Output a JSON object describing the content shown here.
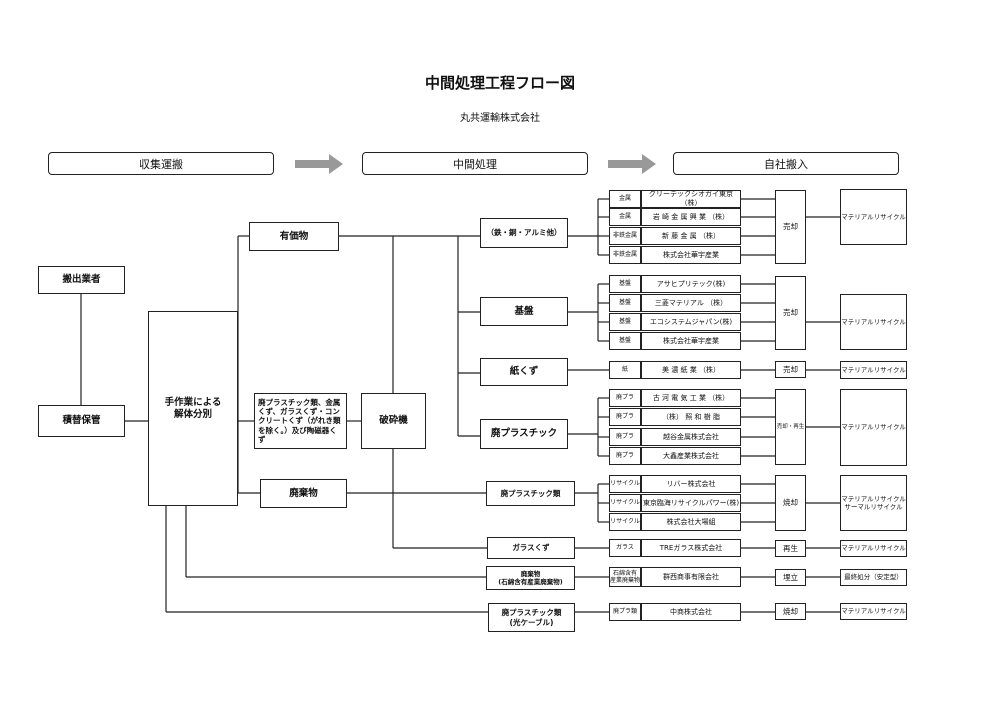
{
  "title": "中間処理工程フロー図",
  "company": "丸共運輸株式会社",
  "stages": {
    "collect": "収集運搬",
    "process": "中間処理",
    "delivery": "自社搬入"
  },
  "left": {
    "carrier": "搬出業者",
    "storage": "積替保管",
    "manual": "手作業による\n解体分別",
    "valuables": "有価物",
    "plastics_etc": "廃プラスチック類、金属くず、ガラスくず・コンクリートくず（がれき類を除く。）及び陶磁器くず",
    "waste": "廃棄物",
    "crusher": "破砕機"
  },
  "categories": {
    "metal": "（鉄・銅・アルミ他）",
    "board": "基盤",
    "paper": "紙くず",
    "plastic": "廃プラスチック",
    "waste_plastic": "廃プラスチック類",
    "glass": "ガラスくず",
    "asbestos": "廃棄物\n(石綿含有産業廃棄物)",
    "cable": "廃プラスチック類\n(光ケーブル)"
  },
  "rows": [
    {
      "type": "金属",
      "company": "グリーテックシオガイ東京（株）"
    },
    {
      "type": "金属",
      "company": "岩 崎 金 属 興 業 （株）"
    },
    {
      "type": "非鉄金属",
      "company": "新 藤 金 属 （株）"
    },
    {
      "type": "非鉄金属",
      "company": "株式会社華宇産業"
    },
    {
      "type": "基盤",
      "company": "アサヒプリテック(株)"
    },
    {
      "type": "基盤",
      "company": "三菱マテリアル （株）"
    },
    {
      "type": "基盤",
      "company": "エコシステムジャパン(株)"
    },
    {
      "type": "基盤",
      "company": "株式会社華宇産業"
    },
    {
      "type": "紙",
      "company": "美 濃 紙 業 （株）"
    },
    {
      "type": "廃プラ",
      "company": "古 河 電 気 工 業 （株）"
    },
    {
      "type": "廃プラ",
      "company": "（株） 照 和 樹 脂"
    },
    {
      "type": "廃プラ",
      "company": "越谷金属株式会社"
    },
    {
      "type": "廃プラ",
      "company": "大鑫産業株式会社"
    },
    {
      "type": "リサイクル",
      "company": "リバー株式会社"
    },
    {
      "type": "リサイクル",
      "company": "東京臨海リサイクルパワー(株)"
    },
    {
      "type": "リサイクル",
      "company": "株式会社大場組"
    },
    {
      "type": "ガラス",
      "company": "TREガラス株式会社"
    },
    {
      "type": "石綿含有\n産業廃棄物",
      "company": "群西商事有限会社"
    },
    {
      "type": "廃プラ類",
      "company": "中商株式会社"
    }
  ],
  "actions": [
    "売却",
    "売却",
    "売却",
    "売却・再生",
    "焼却",
    "再生",
    "埋立",
    "焼却"
  ],
  "results": [
    "マテリアルリサイクル",
    "マテリアルリサイクル",
    "マテリアルリサイクル",
    "マテリアルリサイクル",
    "マテリアルリサイクル\nサーマルリサイクル",
    "マテリアルリサイクル",
    "最終処分（安定型）",
    "マテリアルリサイクル"
  ]
}
